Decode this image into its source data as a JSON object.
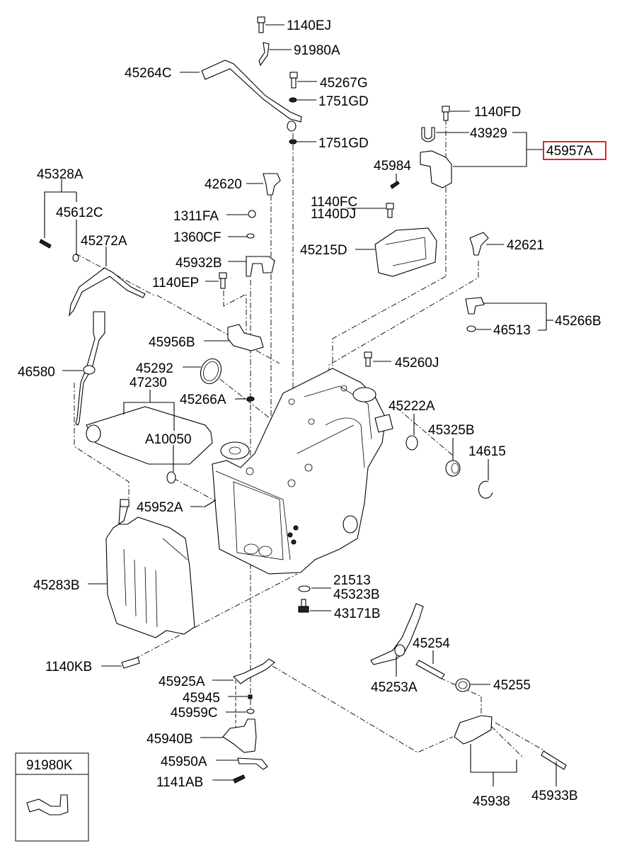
{
  "diagram": {
    "type": "exploded-parts-diagram",
    "subject": "Automatic transaxle case and related parts",
    "highlighted_part": "45957A",
    "highlight_color": "#e3262c",
    "labels": {
      "p1140EJ": "1140EJ",
      "p91980A": "91980A",
      "p45264C": "45264C",
      "p45267G": "45267G",
      "p1751GD_a": "1751GD",
      "p1751GD_b": "1751GD",
      "p1140FD": "1140FD",
      "p43929": "43929",
      "p45957A": "45957A",
      "p45984": "45984",
      "p45328A": "45328A",
      "p45612C": "45612C",
      "p42620": "42620",
      "p1311FA": "1311FA",
      "p1360CF": "1360CF",
      "p1140FC": "1140FC",
      "p1140DJ": "1140DJ",
      "p45215D": "45215D",
      "p45272A": "45272A",
      "p45932B": "45932B",
      "p42621": "42621",
      "p1140EP": "1140EP",
      "p45266B": "45266B",
      "p46513": "46513",
      "p45956B": "45956B",
      "p46580": "46580",
      "p45292": "45292",
      "p45260J": "45260J",
      "p47230": "47230",
      "p45266A": "45266A",
      "p45222A": "45222A",
      "p45325B": "45325B",
      "pA10050": "A10050",
      "p14615": "14615",
      "p45952A": "45952A",
      "p45283B": "45283B",
      "p21513": "21513",
      "p45323B": "45323B",
      "p43171B": "43171B",
      "p45254": "45254",
      "p1140KB": "1140KB",
      "p45253A": "45253A",
      "p45255": "45255",
      "p45925A": "45925A",
      "p45945": "45945",
      "p45959C": "45959C",
      "p45940B": "45940B",
      "p45950A": "45950A",
      "p1141AB": "1141AB",
      "p45938": "45938",
      "p45933B": "45933B"
    },
    "inset": {
      "title": "91980K"
    }
  }
}
